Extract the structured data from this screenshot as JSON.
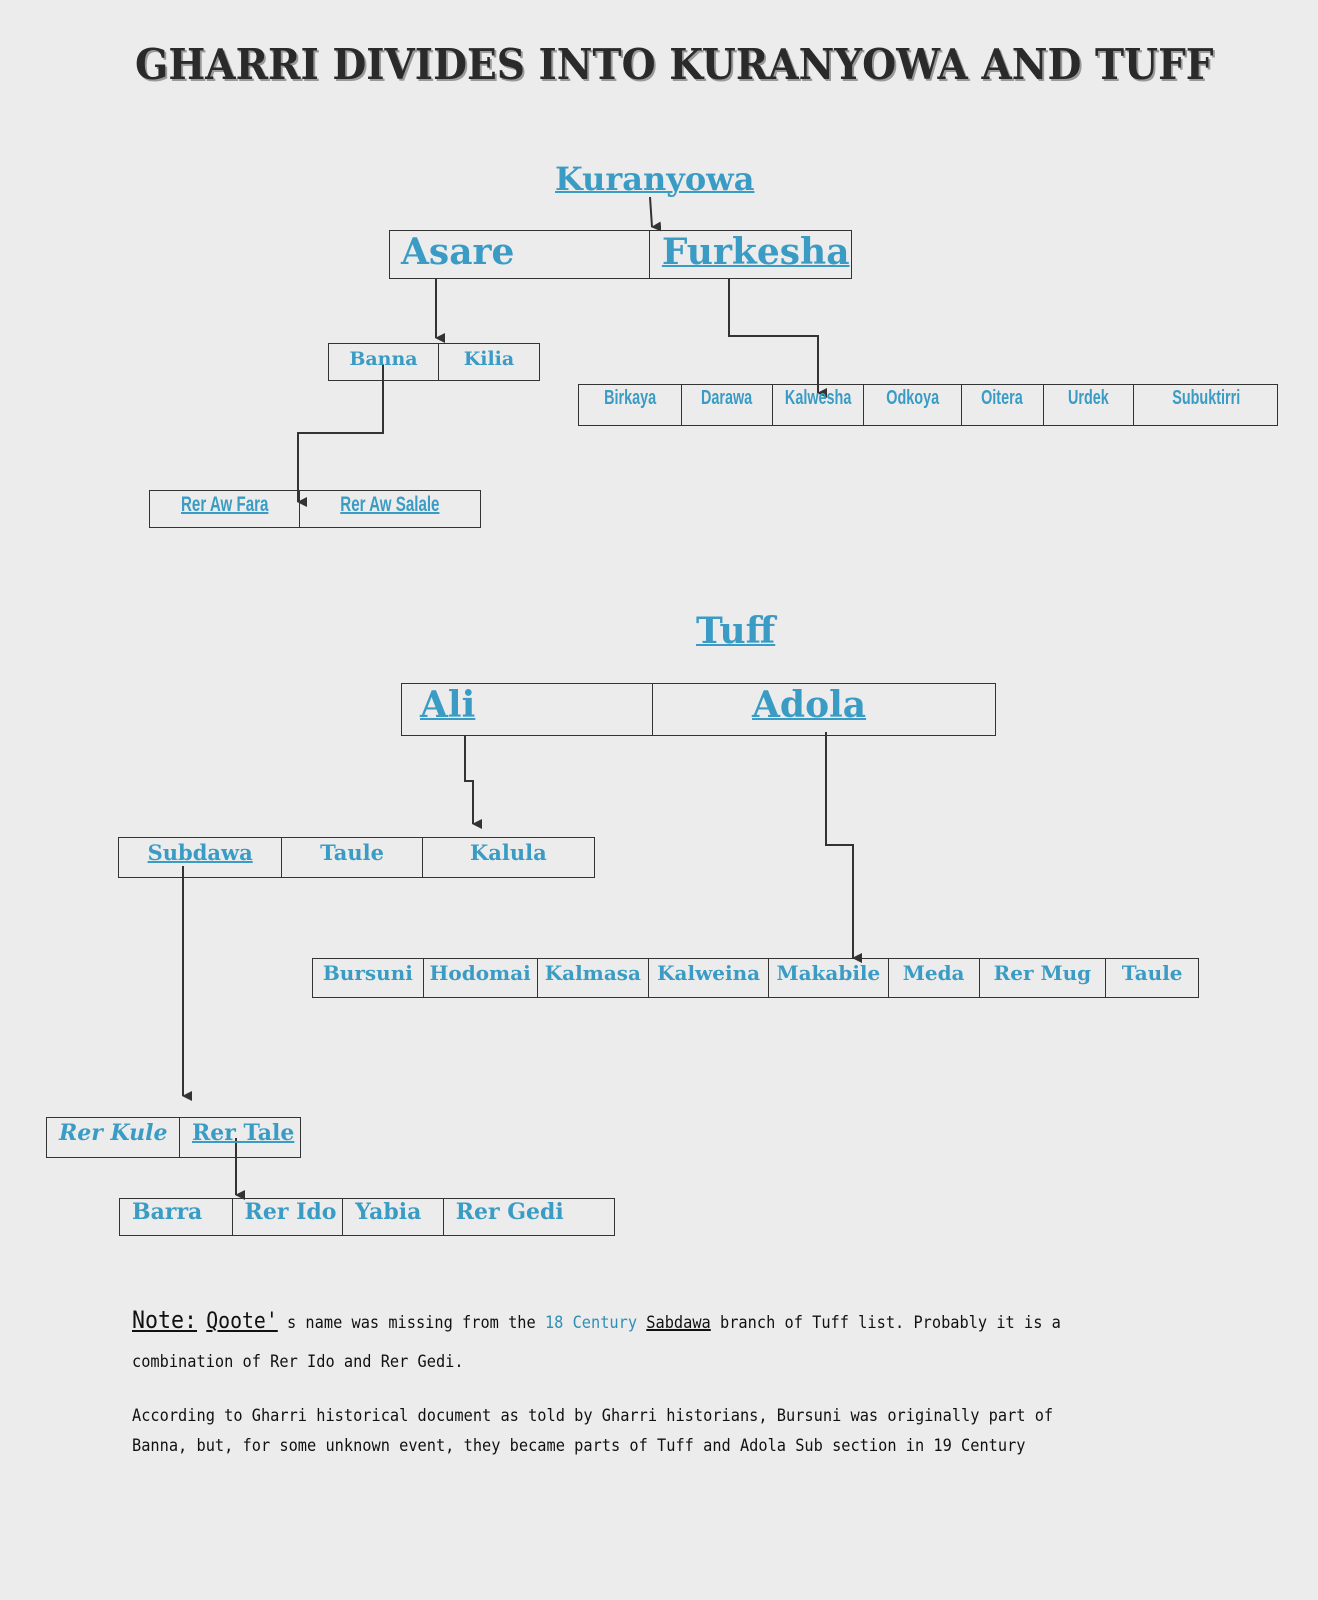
{
  "title": "GHARRI DIVIDES INTO KURANYOWA AND TUFF",
  "colors": {
    "accent": "#3a9cc4",
    "line": "#333333",
    "background": "#ececec"
  },
  "kuranyowa": {
    "label": "Kuranyowa",
    "branches": [
      {
        "label": "Asare",
        "children": [
          {
            "label": "Banna",
            "children": [
              "Rer Aw Fara",
              "Rer Aw Salale"
            ]
          },
          {
            "label": "Kilia"
          }
        ]
      },
      {
        "label": "Furkesha",
        "children": [
          "Birkaya",
          "Darawa",
          "Kalwesha",
          "Odkoya",
          "Oitera",
          "Urdek",
          "Subuktirri"
        ]
      }
    ]
  },
  "tuff": {
    "label": "Tuff",
    "branches": [
      {
        "label": "Ali",
        "children": [
          {
            "label": "Subdawa",
            "children": [
              {
                "label": "Rer Kule"
              },
              {
                "label": "Rer Tale",
                "children": [
                  "Barra",
                  "Rer Ido",
                  "Yabia",
                  "Rer Gedi"
                ]
              }
            ]
          },
          {
            "label": "Taule"
          },
          {
            "label": "Kalula"
          }
        ]
      },
      {
        "label": "Adola",
        "children": [
          "Bursuni",
          "Hodomai",
          "Kalmasa",
          "Kalweina",
          "Makabile",
          "Meda",
          "Rer Mug",
          "Taule"
        ]
      }
    ]
  },
  "notes": {
    "note_label": "Note:",
    "qoote": "Qoote'",
    "line1_a": "s name was missing from the",
    "line1_century": "18 Century",
    "line1_sabdawa": "Sabdawa",
    "line1_b": "branch of Tuff list.  Probably it is a",
    "line2": "combination of Rer Ido and Rer Gedi.",
    "para2_line1": "According to Gharri historical document as told by Gharri historians, Bursuni was originally part of",
    "para2_line2": "Banna, but, for some unknown event, they became parts of Tuff and Adola Sub section in 19 Century"
  }
}
